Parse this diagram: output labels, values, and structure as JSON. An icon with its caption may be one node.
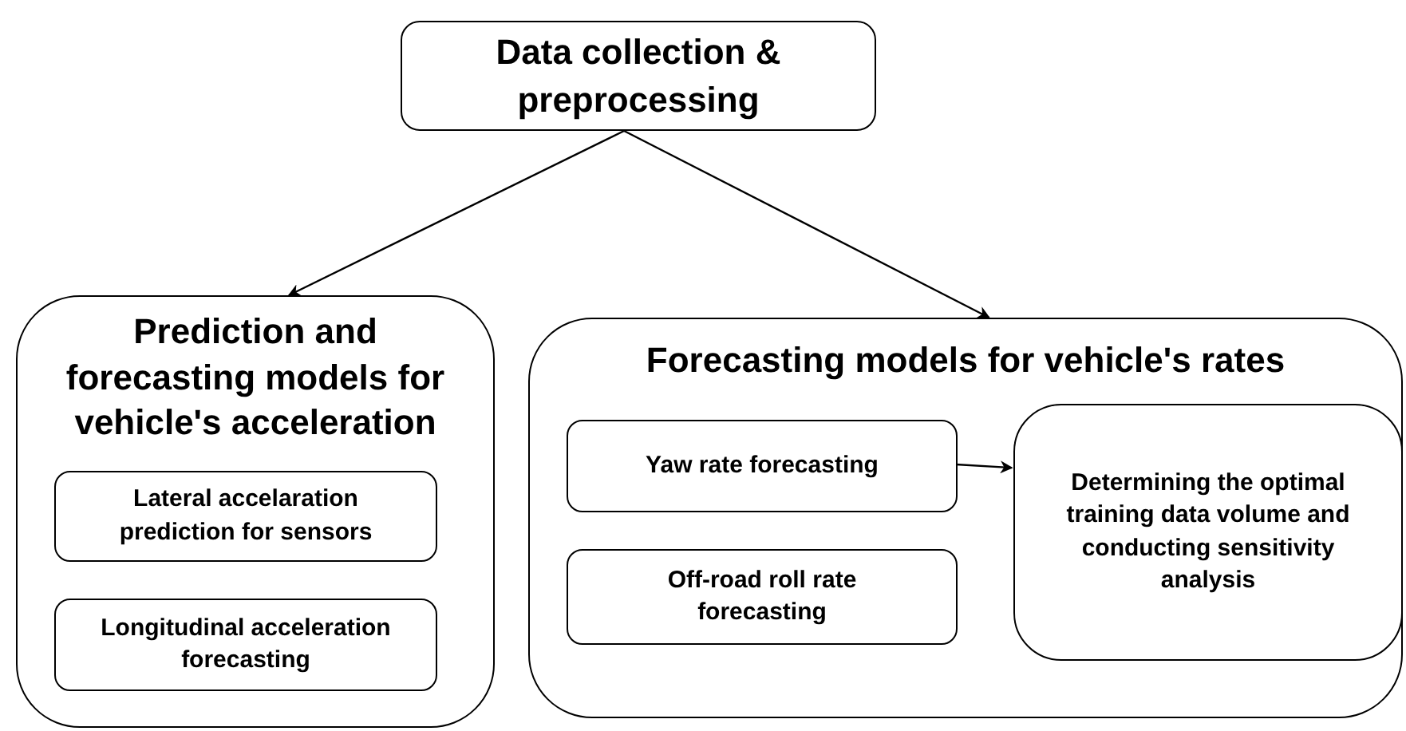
{
  "diagram": {
    "nodes": [
      {
        "text": [
          "Data collection & preprocessing"
        ]
      },
      {
        "text": [
          "Prediction and forecasting models for vehicle's acceleration"
        ]
      },
      {
        "text": [
          "Lateral accelaration prediction for sensors"
        ],
        "in": 1
      },
      {
        "text": [
          "Longitudinal acceleration forecasting"
        ],
        "in": 1
      },
      {
        "text": [
          "Forecasting models for vehicle's rates"
        ]
      },
      {
        "text": [
          "Yaw rate forecasting"
        ],
        "in": 4
      },
      {
        "text": [
          "Off-road roll rate forecasting"
        ],
        "in": 4
      },
      {
        "text": [
          "Determining the optimal training data volume and conducting sensitivity analysis"
        ],
        "in": 4
      }
    ],
    "edges": [
      {
        "from": 0,
        "to": 1,
        "arrow": "to"
      },
      {
        "from": 0,
        "to": 4,
        "arrow": "to"
      },
      {
        "from": 5,
        "to": 7,
        "arrow": "to"
      }
    ]
  }
}
